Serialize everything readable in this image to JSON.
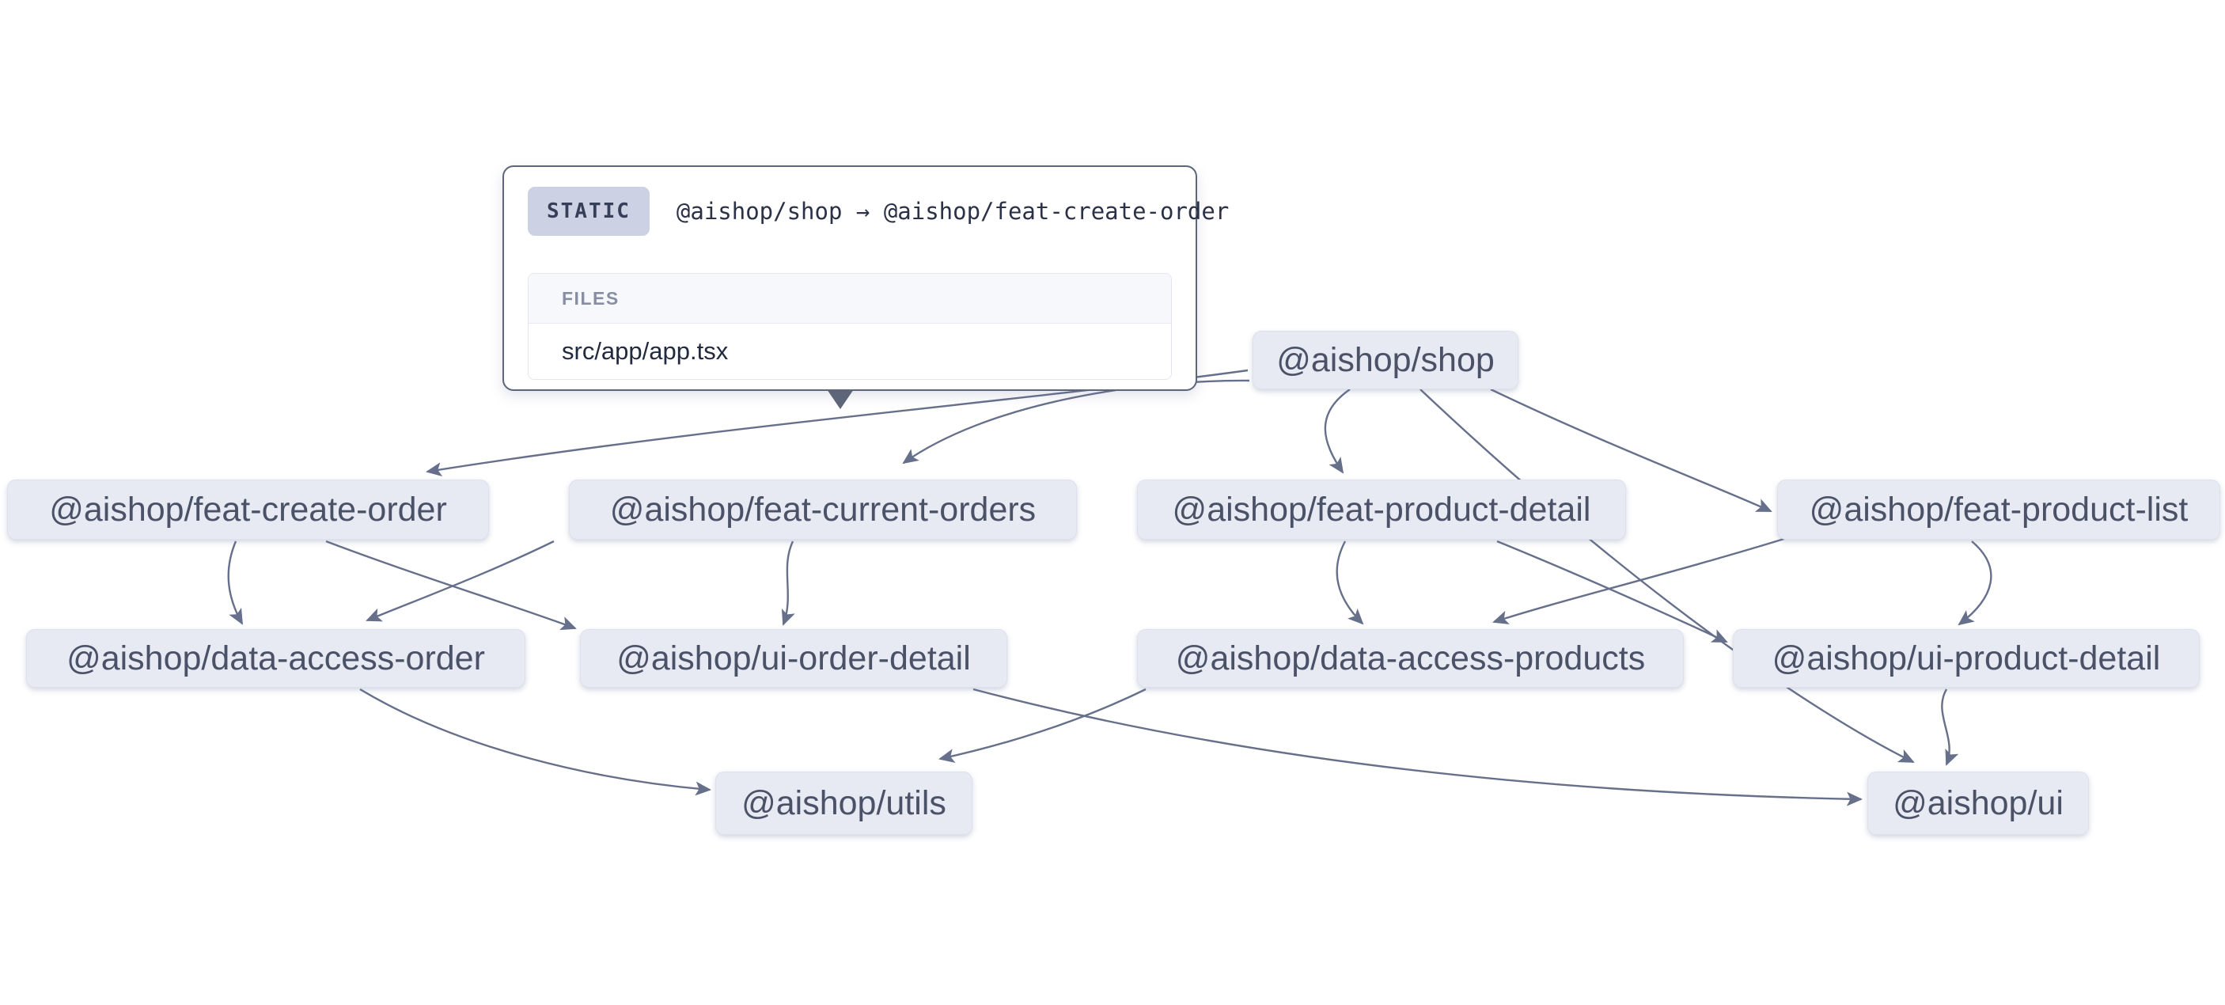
{
  "tooltip": {
    "badge": "STATIC",
    "relation": "@aishop/shop → @aishop/feat-create-order",
    "files_header": "FILES",
    "file": "src/app/app.tsx"
  },
  "graph": {
    "nodes": [
      {
        "id": "shop",
        "label": "@aishop/shop"
      },
      {
        "id": "feat-create-order",
        "label": "@aishop/feat-create-order"
      },
      {
        "id": "feat-current-orders",
        "label": "@aishop/feat-current-orders"
      },
      {
        "id": "feat-product-detail",
        "label": "@aishop/feat-product-detail"
      },
      {
        "id": "feat-product-list",
        "label": "@aishop/feat-product-list"
      },
      {
        "id": "data-access-order",
        "label": "@aishop/data-access-order"
      },
      {
        "id": "ui-order-detail",
        "label": "@aishop/ui-order-detail"
      },
      {
        "id": "data-access-products",
        "label": "@aishop/data-access-products"
      },
      {
        "id": "ui-product-detail",
        "label": "@aishop/ui-product-detail"
      },
      {
        "id": "utils",
        "label": "@aishop/utils"
      },
      {
        "id": "ui",
        "label": "@aishop/ui"
      }
    ],
    "edges": [
      {
        "from": "shop",
        "to": "feat-create-order",
        "type": "static"
      },
      {
        "from": "shop",
        "to": "feat-current-orders"
      },
      {
        "from": "shop",
        "to": "feat-product-detail"
      },
      {
        "from": "shop",
        "to": "feat-product-list"
      },
      {
        "from": "shop",
        "to": "ui"
      },
      {
        "from": "feat-create-order",
        "to": "data-access-order"
      },
      {
        "from": "feat-create-order",
        "to": "ui-order-detail"
      },
      {
        "from": "feat-current-orders",
        "to": "data-access-order"
      },
      {
        "from": "feat-current-orders",
        "to": "ui-order-detail"
      },
      {
        "from": "feat-product-detail",
        "to": "data-access-products"
      },
      {
        "from": "feat-product-detail",
        "to": "ui-product-detail"
      },
      {
        "from": "feat-product-list",
        "to": "data-access-products"
      },
      {
        "from": "feat-product-list",
        "to": "ui-product-detail"
      },
      {
        "from": "data-access-order",
        "to": "utils"
      },
      {
        "from": "data-access-products",
        "to": "utils"
      },
      {
        "from": "ui-order-detail",
        "to": "ui"
      },
      {
        "from": "ui-product-detail",
        "to": "ui"
      }
    ]
  },
  "colors": {
    "background": "#ffffff",
    "node_fill": "#e7eaf3",
    "node_text": "#4b5267",
    "edge": "#67708b",
    "tooltip_border": "#5d6579",
    "badge_bg": "#ccd2e4",
    "badge_text": "#363e58",
    "files_band_bg": "#f7f8fc",
    "files_label_text": "#878ea4",
    "file_text": "#212a3e"
  }
}
